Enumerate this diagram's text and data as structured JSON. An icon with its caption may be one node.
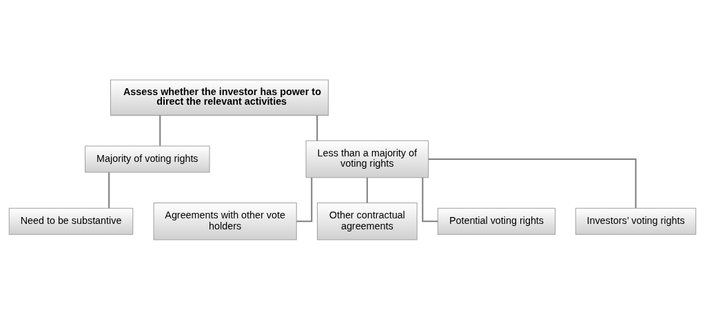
{
  "diagram": {
    "nodes": [
      {
        "text": [
          "Assess whether the investor has power to direct the relevant activities"
        ]
      },
      {
        "text": [
          "Majority of voting rights"
        ]
      },
      {
        "text": [
          "Less than a majority of voting rights"
        ]
      },
      {
        "text": [
          "Need to be substantive"
        ]
      },
      {
        "text": [
          "Agreements with other vote holders"
        ]
      },
      {
        "text": [
          "Other contractual agreements"
        ]
      },
      {
        "text": [
          "Potential voting rights"
        ]
      },
      {
        "text": [
          "Investors’ voting rights"
        ]
      }
    ],
    "edges": [
      {
        "from": 0,
        "to": 1,
        "arrow": "none"
      },
      {
        "from": 0,
        "to": 2,
        "arrow": "none"
      },
      {
        "from": 1,
        "to": 3,
        "arrow": "none"
      },
      {
        "from": 2,
        "to": 4,
        "arrow": "none"
      },
      {
        "from": 2,
        "to": 5,
        "arrow": "none"
      },
      {
        "from": 2,
        "to": 6,
        "arrow": "none"
      },
      {
        "from": 2,
        "to": 7,
        "arrow": "none"
      }
    ]
  }
}
